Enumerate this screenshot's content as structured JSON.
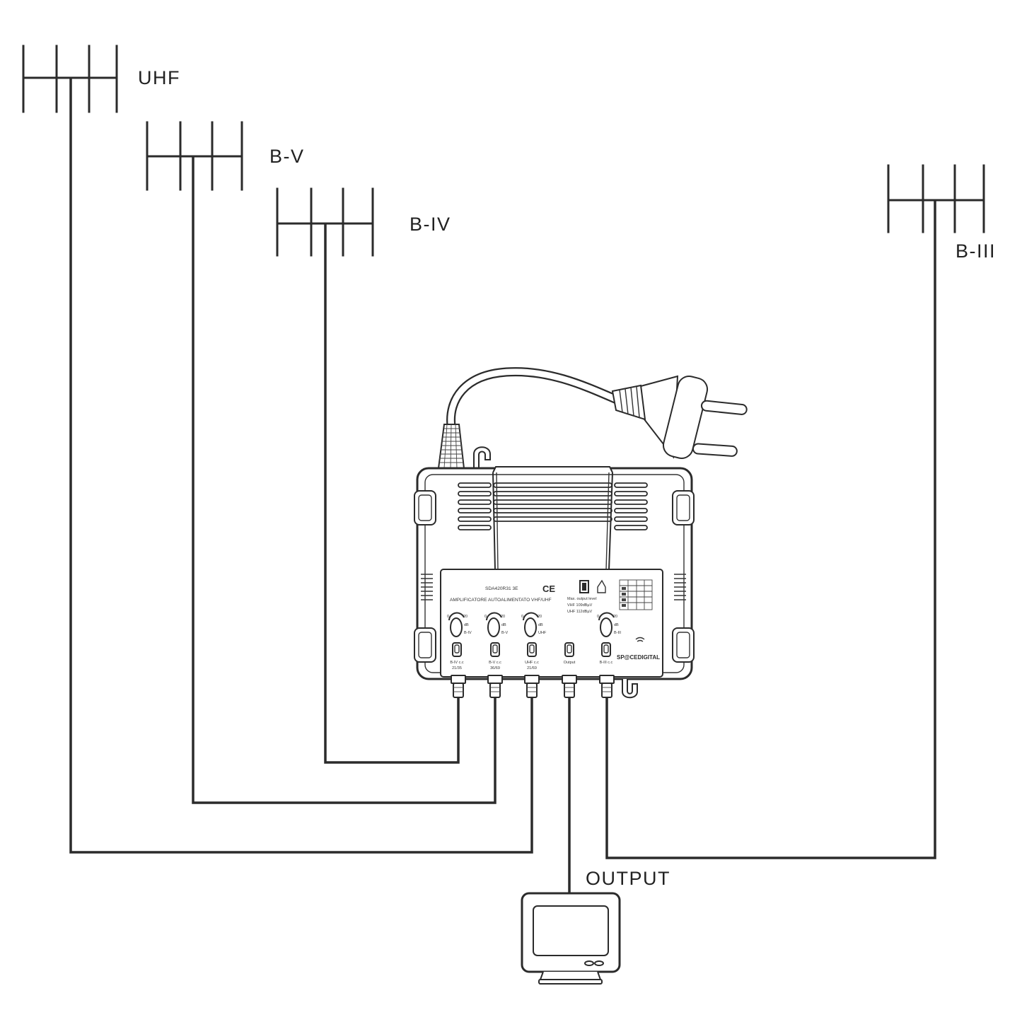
{
  "labels": {
    "uhf": "UHF",
    "b_v": "B-V",
    "b_iv": "B-IV",
    "b_iii": "B-III",
    "output": "OUTPUT"
  },
  "amplifier": {
    "model": "SDA420R31 3E",
    "title": "AMPLIFICATORE AUTOALIMENTATO VHF/UHF",
    "ce_mark": "CE",
    "max_output": "Max. output level",
    "vhf_level": "VHF 109dBµV",
    "uhf_level": "UHF 112dBµV",
    "brand": "SP@CEDIGITAL",
    "knobs": [
      {
        "min": "0",
        "max": "20",
        "unit": "dB",
        "band": "B-IV"
      },
      {
        "min": "0",
        "max": "20",
        "unit": "dB",
        "band": "B-V"
      },
      {
        "min": "0",
        "max": "20",
        "unit": "dB",
        "band": "UHF"
      },
      {
        "min": "0",
        "max": "20",
        "unit": "dB",
        "band": "B-III"
      }
    ],
    "inputs": [
      {
        "label": "B-IV c.c",
        "channels": "21/35"
      },
      {
        "label": "B-V c.c",
        "channels": "36/69"
      },
      {
        "label": "UHF c.c",
        "channels": "21/69"
      },
      {
        "label": "Output"
      },
      {
        "label": "B-III c.c"
      }
    ]
  },
  "icons": {
    "antenna": "yagi-antenna-icon",
    "plug": "power-plug-icon",
    "tv": "television-icon"
  }
}
